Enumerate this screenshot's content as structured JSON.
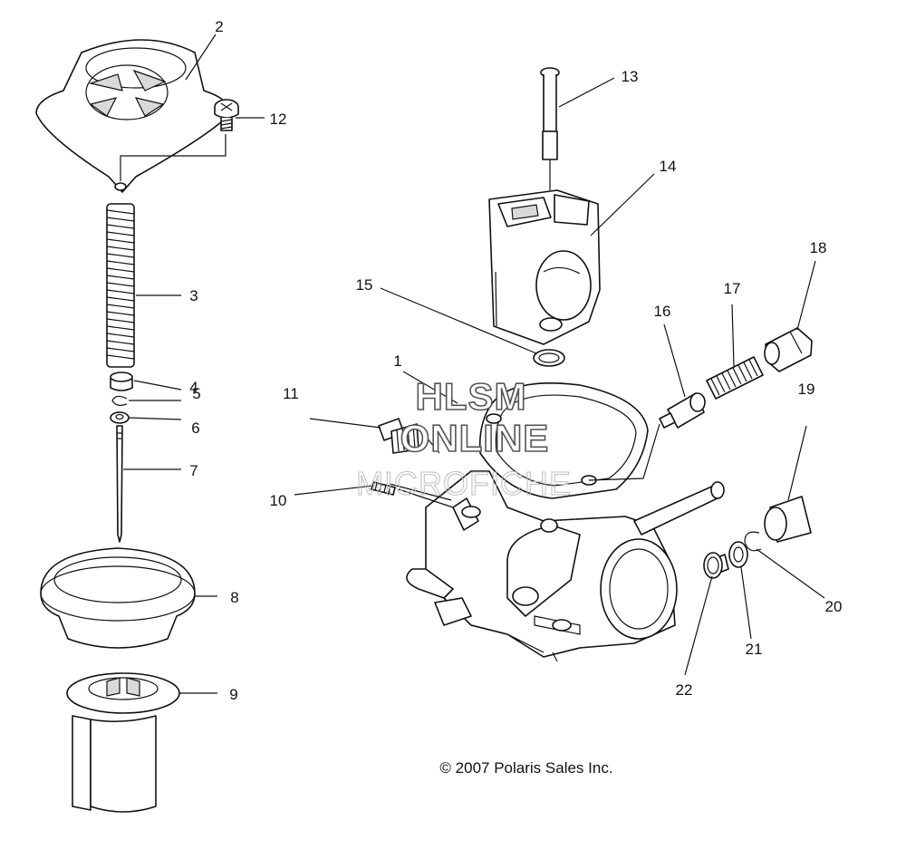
{
  "callouts": [
    {
      "id": "1",
      "label": "1"
    },
    {
      "id": "2",
      "label": "2"
    },
    {
      "id": "3",
      "label": "3"
    },
    {
      "id": "4",
      "label": "4"
    },
    {
      "id": "5",
      "label": "5"
    },
    {
      "id": "6",
      "label": "6"
    },
    {
      "id": "7",
      "label": "7"
    },
    {
      "id": "8",
      "label": "8"
    },
    {
      "id": "9",
      "label": "9"
    },
    {
      "id": "10",
      "label": "10"
    },
    {
      "id": "11",
      "label": "11"
    },
    {
      "id": "12",
      "label": "12"
    },
    {
      "id": "13",
      "label": "13"
    },
    {
      "id": "14",
      "label": "14"
    },
    {
      "id": "15",
      "label": "15"
    },
    {
      "id": "16",
      "label": "16"
    },
    {
      "id": "17",
      "label": "17"
    },
    {
      "id": "18",
      "label": "18"
    },
    {
      "id": "19",
      "label": "19"
    },
    {
      "id": "20",
      "label": "20"
    },
    {
      "id": "21",
      "label": "21"
    },
    {
      "id": "22",
      "label": "22"
    }
  ],
  "watermark": {
    "line1": "HLSM",
    "line2": "ONLINE",
    "line3": "MICROFICHE"
  },
  "copyright": "© 2007 Polaris Sales Inc."
}
